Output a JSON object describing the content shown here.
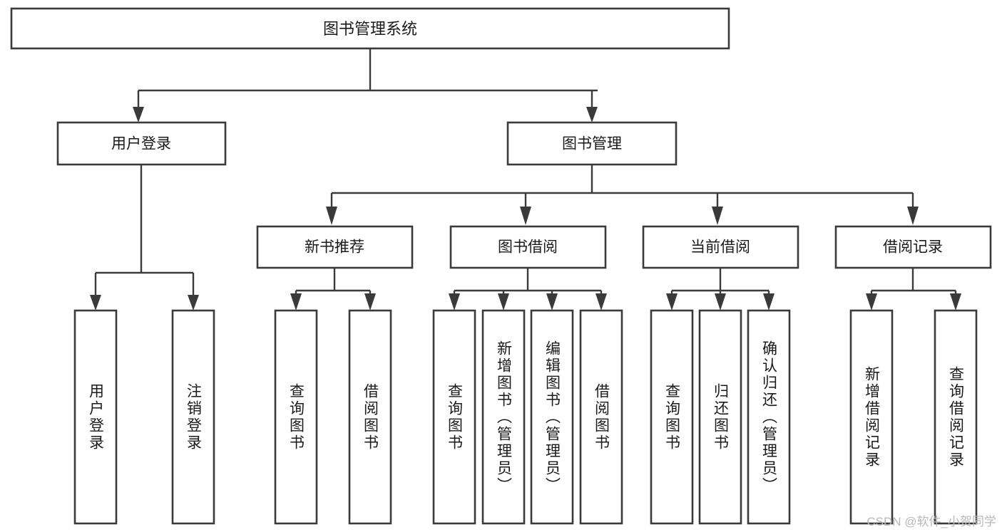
{
  "diagram": {
    "type": "tree",
    "title_node": {
      "id": "root",
      "label": "图书管理系统"
    },
    "level2": [
      {
        "id": "user-login",
        "label": "用户登录"
      },
      {
        "id": "book-manage",
        "label": "图书管理"
      }
    ],
    "level3": [
      {
        "id": "new-book-rec",
        "label": "新书推荐"
      },
      {
        "id": "book-borrow",
        "label": "图书借阅"
      },
      {
        "id": "current-borrow",
        "label": "当前借阅"
      },
      {
        "id": "borrow-record",
        "label": "借阅记录"
      }
    ],
    "leaves": {
      "user_login": [
        {
          "id": "leaf-user-login",
          "label": "用户登录"
        },
        {
          "id": "leaf-logout-login",
          "label": "注销登录"
        }
      ],
      "new_book_rec": [
        {
          "id": "leaf-query-book-1",
          "label": "查询图书"
        },
        {
          "id": "leaf-borrow-book-1",
          "label": "借阅图书"
        }
      ],
      "book_borrow": [
        {
          "id": "leaf-query-book-2",
          "label": "查询图书"
        },
        {
          "id": "leaf-add-book",
          "label": "新增图书（管理员）"
        },
        {
          "id": "leaf-edit-book",
          "label": "编辑图书（管理员）"
        },
        {
          "id": "leaf-borrow-book-2",
          "label": "借阅图书"
        }
      ],
      "current_borrow": [
        {
          "id": "leaf-query-book-3",
          "label": "查询图书"
        },
        {
          "id": "leaf-return-book",
          "label": "归还图书"
        },
        {
          "id": "leaf-confirm-return",
          "label": "确认归还（管理员）"
        }
      ],
      "borrow_record": [
        {
          "id": "leaf-add-record",
          "label": "新增借阅记录"
        },
        {
          "id": "leaf-query-record",
          "label": "查询借阅记录"
        }
      ]
    },
    "colors": {
      "box_stroke": "#3a3a3a",
      "box_fill": "#ffffff",
      "connector": "#3a3a3a",
      "text": "#1a1a1a",
      "watermark": "#b9b9b9",
      "background": "#ffffff"
    }
  },
  "watermark": {
    "text": "CSDN @软件_小贺同学"
  }
}
